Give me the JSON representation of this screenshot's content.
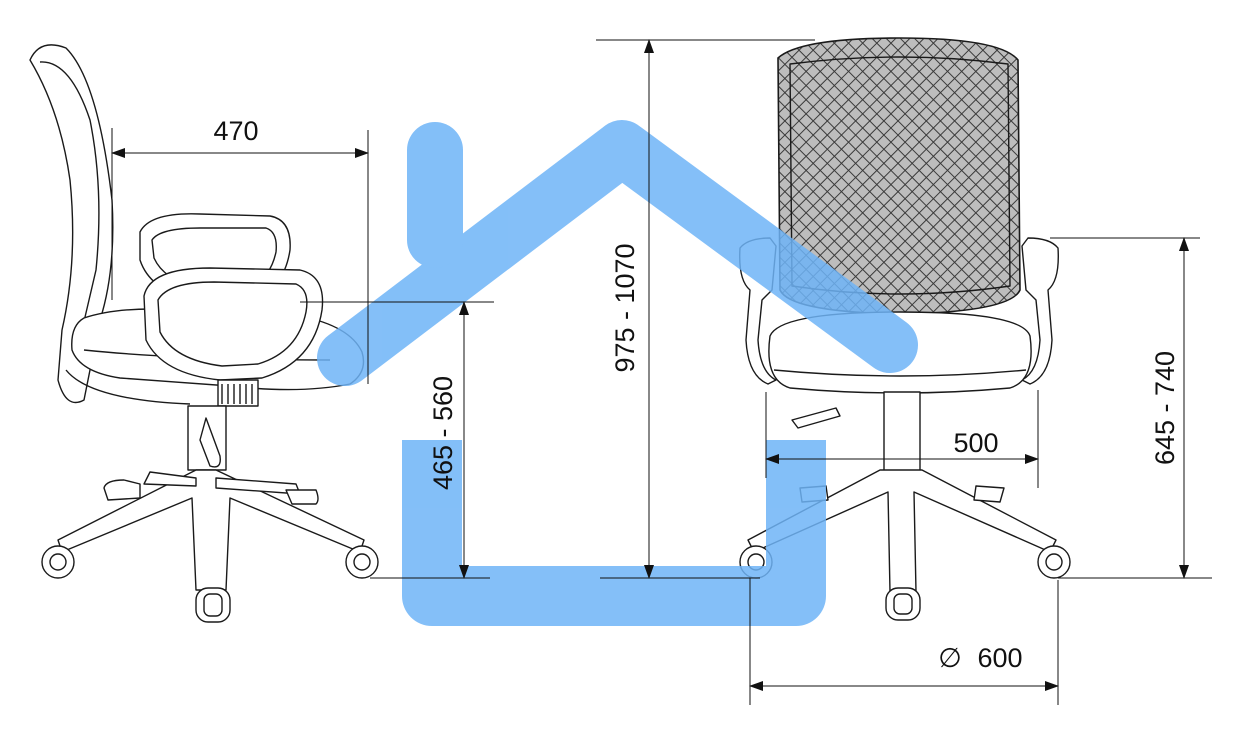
{
  "dimensions": {
    "seat_depth": "470",
    "total_height": "975 - 1070",
    "seat_height": "465 - 560",
    "seat_width": "500",
    "armrest_height": "645 - 740",
    "base_diameter_symbol": "∅",
    "base_diameter": "600"
  },
  "colors": {
    "house_logo": "#6eb4f7",
    "lines": "#111111"
  },
  "icons": {
    "watermark": "house-icon",
    "diameter": "diameter-symbol-icon"
  }
}
